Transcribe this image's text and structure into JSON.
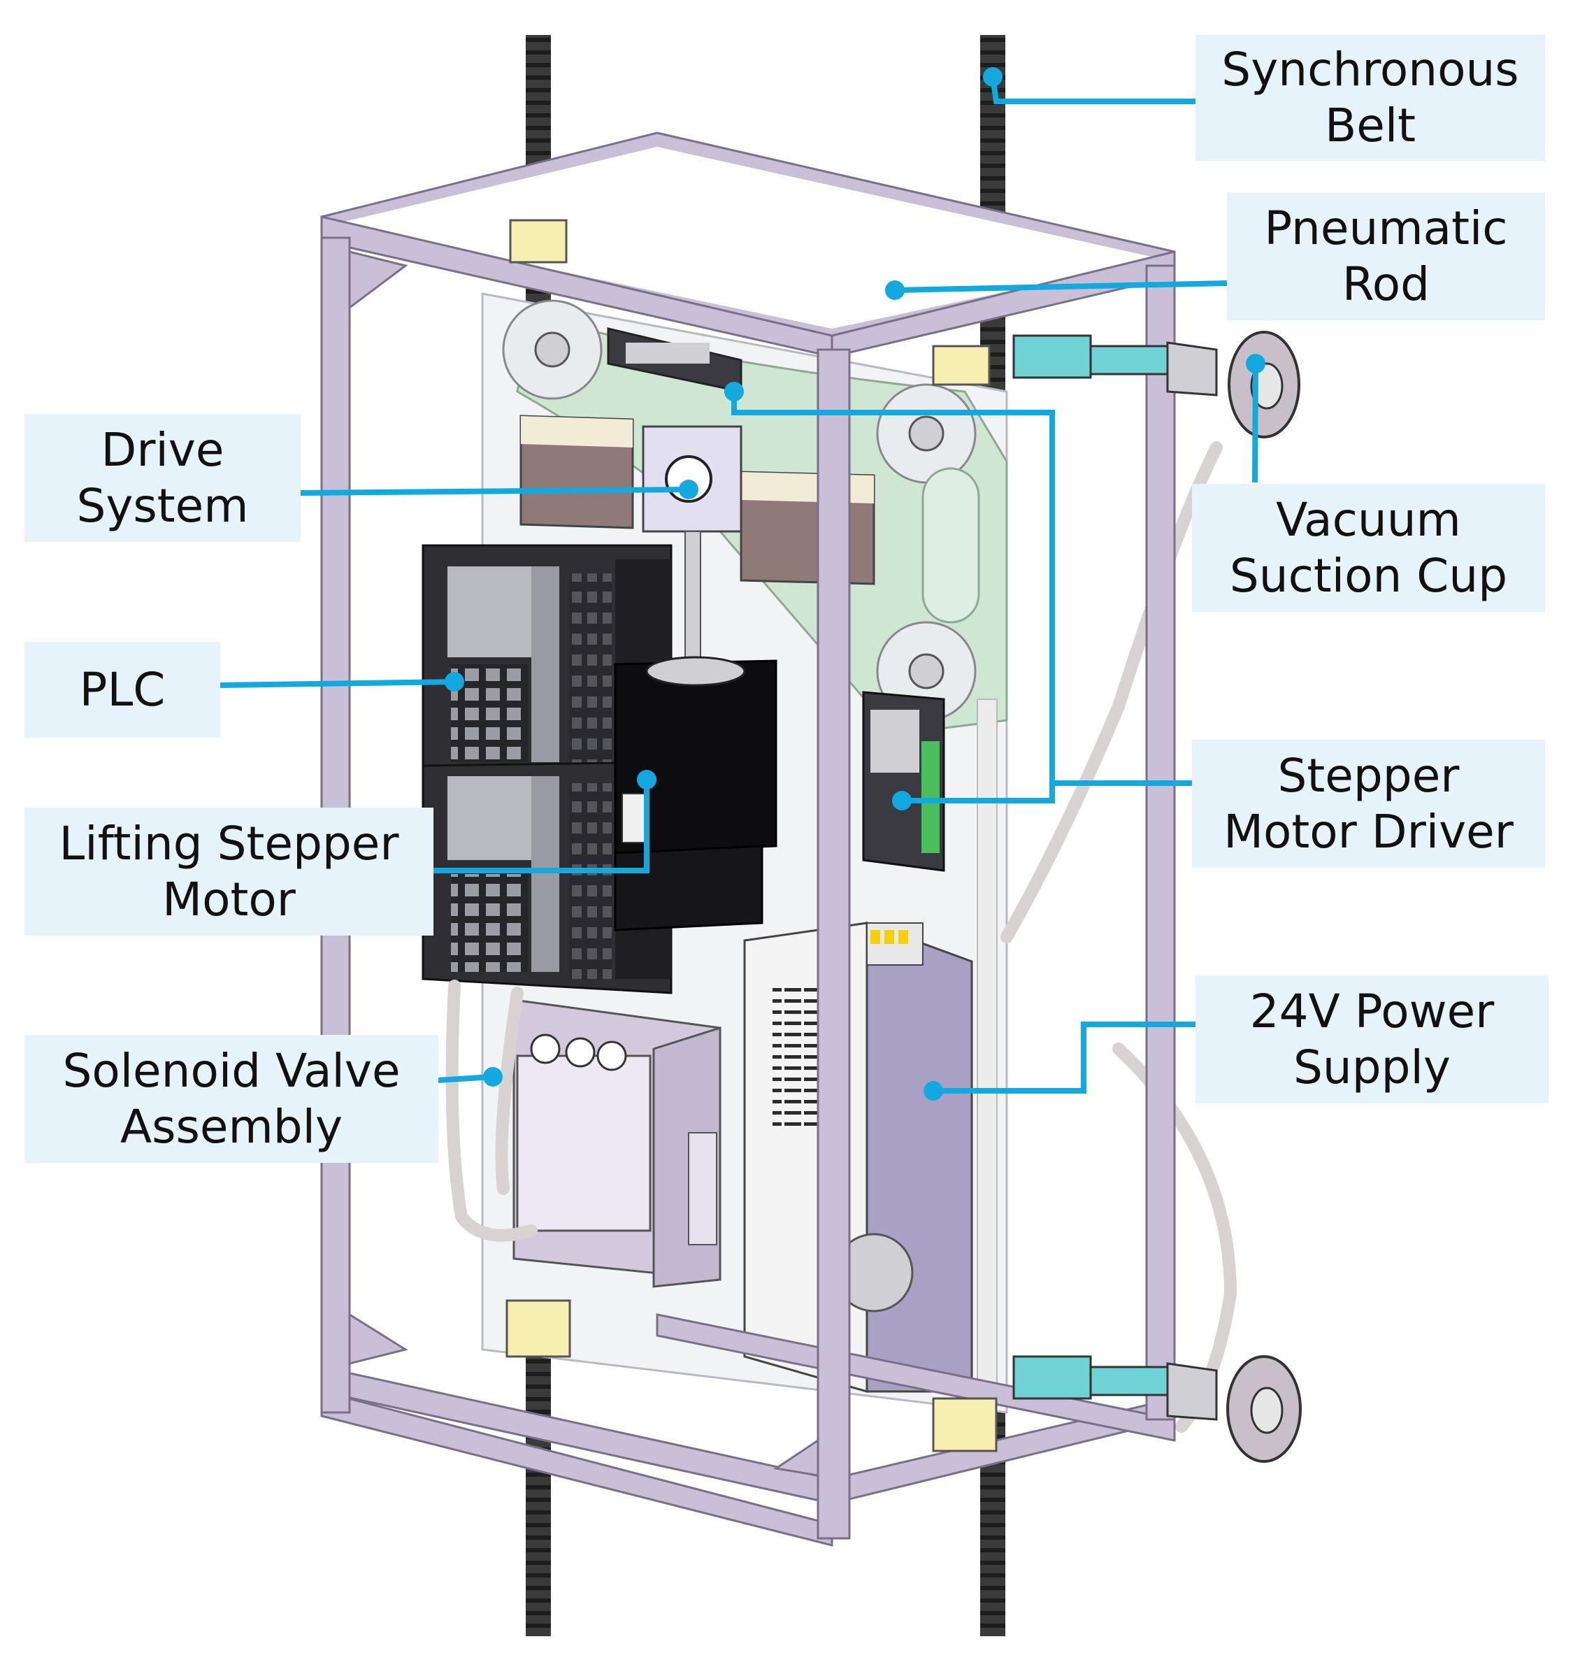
{
  "labels": {
    "synchronous_belt": {
      "line1": "Synchronous",
      "line2": "Belt"
    },
    "pneumatic_rod": {
      "line1": "Pneumatic",
      "line2": "Rod"
    },
    "drive_system": {
      "line1": "Drive",
      "line2": "System"
    },
    "vacuum_suction_cup": {
      "line1": "Vacuum",
      "line2": "Suction Cup"
    },
    "plc": {
      "line1": "PLC"
    },
    "stepper_motor_driver": {
      "line1": "Stepper",
      "line2": "Motor Driver"
    },
    "lifting_stepper_motor": {
      "line1": "Lifting Stepper",
      "line2": "Motor"
    },
    "power_supply": {
      "line1": "24V Power",
      "line2": "Supply"
    },
    "solenoid_valve_assembly": {
      "line1": "Solenoid Valve",
      "line2": "Assembly"
    }
  },
  "colors": {
    "leader_line": "#11a9e0",
    "label_fill": "#e6f3fa",
    "frame": "#c9bfd6",
    "frame_edge": "#7a6f88",
    "belt": "#3a3a3a",
    "plc_body": "#2e2e33",
    "psu_body": "#a9a1c4",
    "valve_body": "#d2c9dd",
    "tube": "#d8d2d2",
    "rod_cyan": "#6fd3d6",
    "panel_green": "#cfe6d2"
  }
}
